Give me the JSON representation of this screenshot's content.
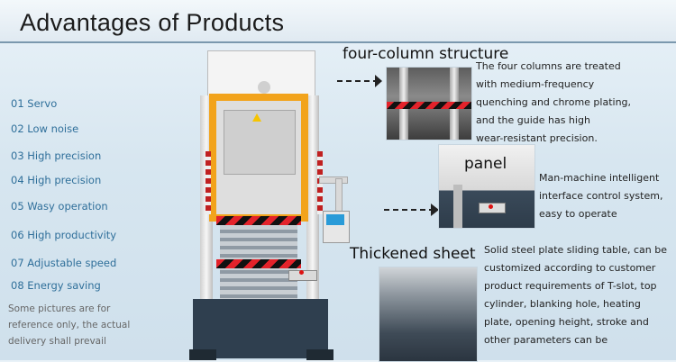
{
  "header": {
    "title": "Advantages of Products"
  },
  "features": [
    "01 Servo",
    "02 Low noise",
    "03 High precision",
    "04 High precision",
    "05 Wasy operation",
    "06 High productivity",
    "07  Adjustable speed",
    "08 Energy saving"
  ],
  "disclaimer": "Some pictures are for reference only, the actual delivery shall prevail",
  "callouts": {
    "four_column": {
      "title": "four-column structure",
      "lines": [
        "The four columns are treated",
        "with medium-frequency",
        "quenching and chrome plating,",
        "and the guide has high",
        "wear-resistant precision."
      ]
    },
    "panel": {
      "title": "panel",
      "lines": [
        "Man-machine intelligent",
        "interface control system,",
        "easy to operate"
      ]
    },
    "sheet": {
      "title": "Thickened sheet",
      "lines": [
        "Solid steel plate sliding table, can be",
        "customized according to customer",
        "product requirements of T-slot, top",
        "cylinder, blanking hole, heating",
        "plate, opening height, stroke and",
        "other parameters can be"
      ]
    }
  },
  "colors": {
    "frame_orange": "#f2a31b",
    "machine_base": "#2f3f4f",
    "title_blue": "#2f6f9a"
  }
}
